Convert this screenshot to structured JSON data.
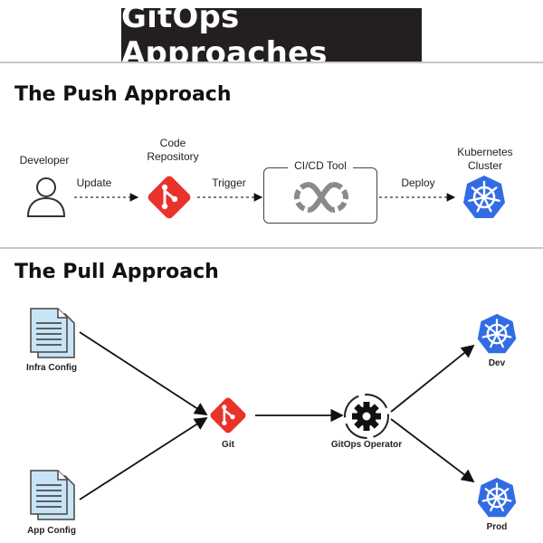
{
  "title": "GitOps Approaches",
  "push": {
    "section_title": "The Push Approach",
    "developer": "Developer",
    "code_repository_line1": "Code",
    "code_repository_line2": "Repository",
    "cicd_tool": "CI/CD Tool",
    "kubernetes_line1": "Kubernetes",
    "kubernetes_line2": "Cluster",
    "edge_update": "Update",
    "edge_trigger": "Trigger",
    "edge_deploy": "Deploy"
  },
  "pull": {
    "section_title": "The Pull Approach",
    "infra_config": "Infra Config",
    "app_config": "App Config",
    "git": "Git",
    "gitops_operator": "GitOps Operator",
    "dev": "Dev",
    "prod": "Prod"
  },
  "colors": {
    "title_bg": "#231f20",
    "git_red": "#e8322a",
    "kubernetes_blue": "#326ce5",
    "doc_blue": "#c8e4f6"
  },
  "icons": [
    "user-icon",
    "git-icon",
    "infinity-icon",
    "kubernetes-icon",
    "document-icon",
    "gear-icon"
  ]
}
